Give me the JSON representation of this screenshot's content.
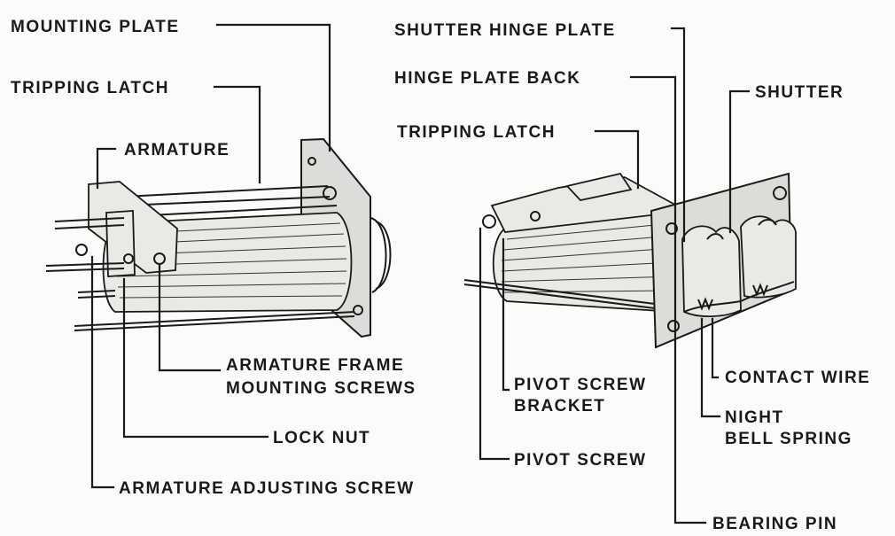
{
  "labels": {
    "mounting_plate": "MOUNTING PLATE",
    "tripping_latch_left": "TRIPPING LATCH",
    "armature": "ARMATURE",
    "armature_frame_line1": "ARMATURE FRAME",
    "armature_frame_line2": "MOUNTING SCREWS",
    "lock_nut": "LOCK NUT",
    "armature_adjusting_screw": "ARMATURE ADJUSTING SCREW",
    "shutter_hinge_plate": "SHUTTER HINGE PLATE",
    "hinge_plate_back": "HINGE PLATE BACK",
    "shutter": "SHUTTER",
    "tripping_latch_right": "TRIPPING LATCH",
    "pivot_screw_bracket_line1": "PIVOT SCREW",
    "pivot_screw_bracket_line2": "BRACKET",
    "contact_wire": "CONTACT WIRE",
    "night_bell_spring_line1": "NIGHT",
    "night_bell_spring_line2": "BELL SPRING",
    "pivot_screw": "PIVOT SCREW",
    "bearing_pin": "BEARING PIN"
  }
}
